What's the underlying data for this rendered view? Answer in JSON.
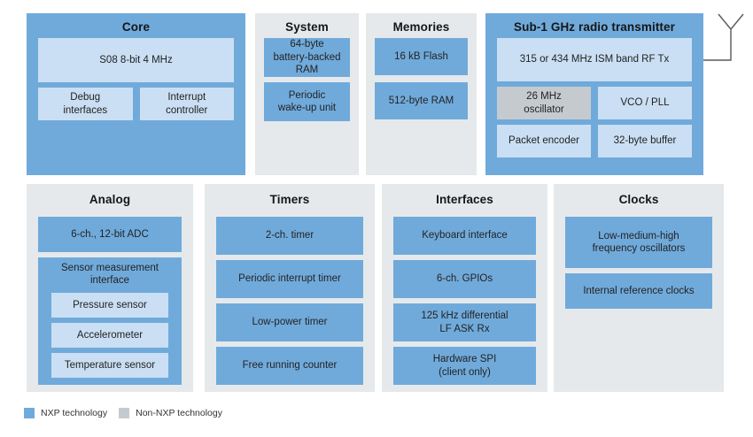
{
  "diagram": {
    "core": {
      "title": "Core",
      "cpu": "S08 8-bit 4 MHz",
      "debug": "Debug\ninterfaces",
      "interrupt": "Interrupt\ncontroller"
    },
    "system": {
      "title": "System",
      "battery_ram": "64-byte\nbattery-backed\nRAM",
      "wakeup": "Periodic\nwake-up unit"
    },
    "memories": {
      "title": "Memories",
      "flash": "16 kB Flash",
      "ram": "512-byte RAM"
    },
    "radio": {
      "title": "Sub-1 GHz radio transmitter",
      "rftx": "315 or 434 MHz ISM band RF Tx",
      "oscillator": "26 MHz\noscillator",
      "vco": "VCO / PLL",
      "encoder": "Packet encoder",
      "buffer": "32-byte buffer"
    },
    "analog": {
      "title": "Analog",
      "adc": "6-ch., 12-bit ADC",
      "sensor_interface": "Sensor measurement\ninterface",
      "pressure": "Pressure sensor",
      "accelerometer": "Accelerometer",
      "temperature": "Temperature sensor"
    },
    "timers": {
      "title": "Timers",
      "ch2_timer": "2-ch. timer",
      "pit": "Periodic interrupt timer",
      "low_power": "Low-power timer",
      "free_counter": "Free running counter"
    },
    "interfaces": {
      "title": "Interfaces",
      "keyboard": "Keyboard interface",
      "gpio": "6-ch. GPIOs",
      "lf_ask": "125 kHz differential\nLF ASK Rx",
      "spi": "Hardware SPI\n(client only)"
    },
    "clocks": {
      "title": "Clocks",
      "oscillators": "Low-medium-high\nfrequency oscillators",
      "ref_clocks": "Internal reference clocks"
    }
  },
  "legend": {
    "nxp": "NXP technology",
    "non_nxp": "Non-NXP technology"
  },
  "colors": {
    "nxp_blue": "#70aadb",
    "light_blue": "#cadff3",
    "panel_gray": "#e5e9ec",
    "non_nxp_gray": "#c5cacf"
  }
}
